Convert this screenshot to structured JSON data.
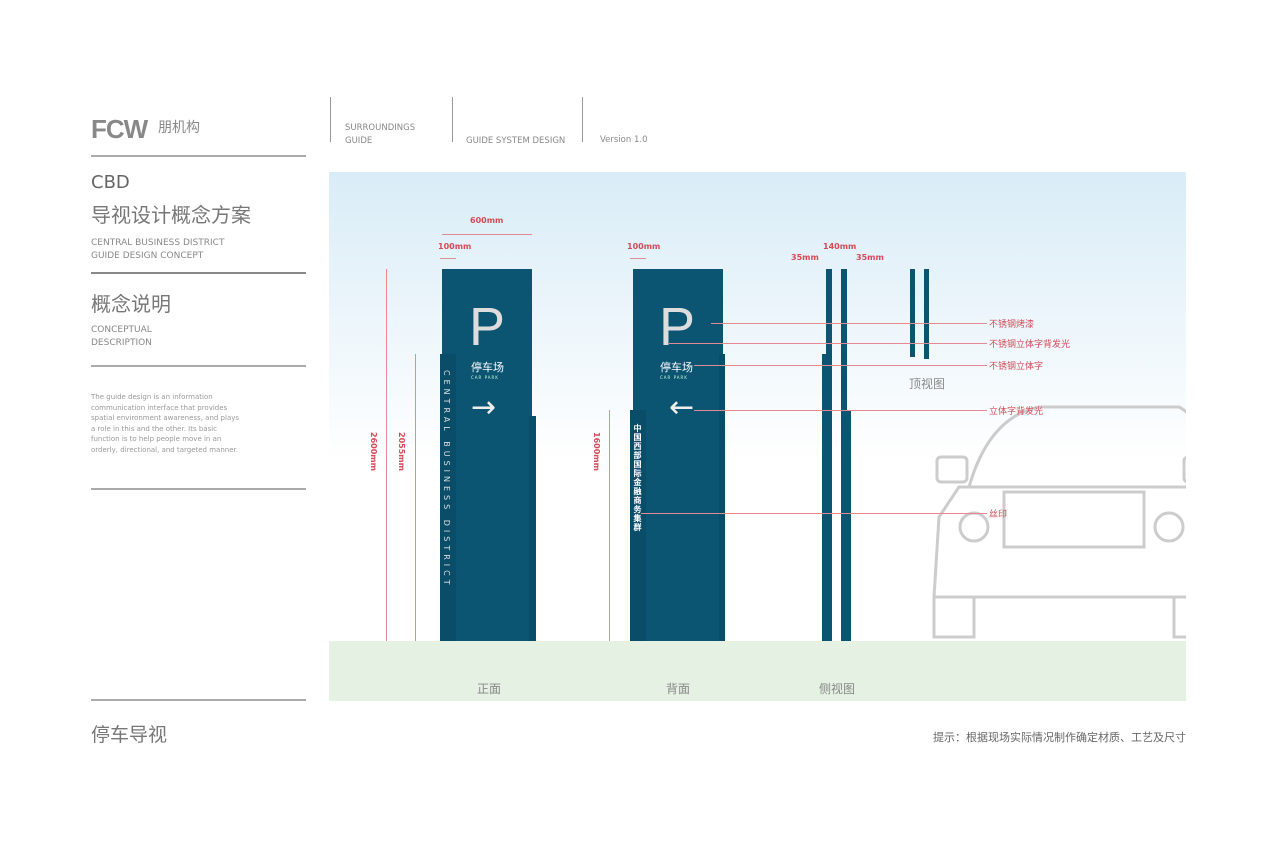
{
  "header": {
    "logo": "FCW",
    "logo_cn": "朋机构",
    "nav": [
      "SURROUNDINGS GUIDE",
      "GUIDE SYSTEM DESIGN",
      "Version 1.0"
    ]
  },
  "sidebar": {
    "title_en": "CBD",
    "title_cn": "导视设计概念方案",
    "subtitle_en": [
      "CENTRAL BUSINESS DISTRICT",
      "GUIDE DESIGN CONCEPT"
    ],
    "section_cn": "概念说明",
    "section_en": [
      "CONCEPTUAL",
      "DESCRIPTION"
    ],
    "description": "The guide design is an information communication interface that provides spatial environment awareness, and plays a role in this and the other. Its basic function is to help people move in an orderly, directional, and targeted manner.",
    "footer_title": "停车导视"
  },
  "drawing": {
    "front": {
      "p": "P",
      "cn": "停车场",
      "en": "CAR PARK",
      "side_text": "CENTRAL BUSINESS DISTRICT",
      "arrow": "→"
    },
    "back": {
      "p": "P",
      "cn": "停车场",
      "en": "CAR PARK",
      "side_text": "中国西部国际金融商务集群",
      "arrow": "←"
    },
    "dims": {
      "width": "600mm",
      "front_inset": "100mm",
      "back_inset": "100mm",
      "side_depth": "140mm",
      "side_left": "35mm",
      "side_right": "35mm",
      "h_total": "2600mm",
      "h_side": "2055mm",
      "h_back": "1600mm"
    },
    "callouts": [
      "不锈钢烤漆",
      "不锈钢立体字背发光",
      "不锈钢立体字",
      "立体字背发光",
      "丝印"
    ],
    "captions": {
      "front": "正面",
      "back": "背面",
      "side": "侧视图",
      "top": "顶视图"
    }
  },
  "footer_note": "提示：根据现场实际情况制作确定材质、工艺及尺寸"
}
